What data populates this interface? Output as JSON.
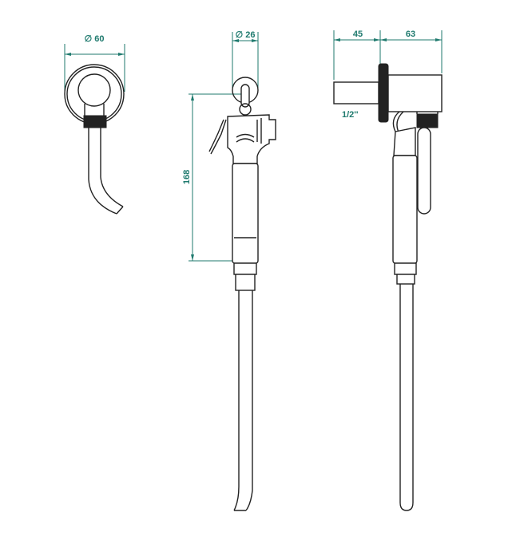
{
  "views": {
    "front": {
      "diameter_label": "∅ 60"
    },
    "side": {
      "diameter_label": "∅ 26",
      "height_label": "168"
    },
    "profile": {
      "depth_label_1": "45",
      "depth_label_2": "63",
      "thread_label": "1/2''"
    }
  },
  "colors": {
    "dimension": "#1f7a6e",
    "outline": "#222222"
  }
}
